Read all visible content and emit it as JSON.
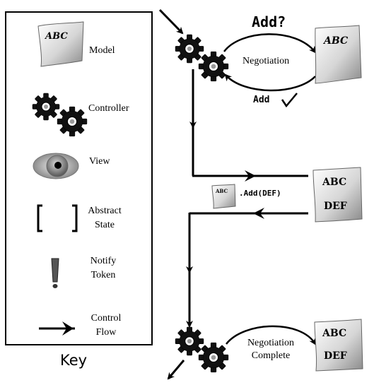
{
  "key": {
    "title": "Key",
    "model": {
      "label": "Model",
      "doc_text": "ABC"
    },
    "controller": {
      "label": "Controller"
    },
    "view": {
      "label": "View"
    },
    "abstract_state": {
      "line1": "Abstract",
      "line2": "State"
    },
    "notify_token": {
      "line1": "Notify",
      "line2": "Token"
    },
    "control_flow": {
      "line1": "Control",
      "line2": "Flow"
    }
  },
  "flow": {
    "add_question": "Add?",
    "add_confirm": "Add",
    "negotiation": "Negotiation",
    "add_call": ".Add(DEF)",
    "small_doc_text": "ABC",
    "negotiation_complete": {
      "line1": "Negotiation",
      "line2": "Complete"
    },
    "doc1": {
      "line1": "ABC"
    },
    "doc2": {
      "line1": "ABC",
      "line2": "DEF"
    },
    "doc3": {
      "line1": "ABC",
      "line2": "DEF"
    }
  }
}
